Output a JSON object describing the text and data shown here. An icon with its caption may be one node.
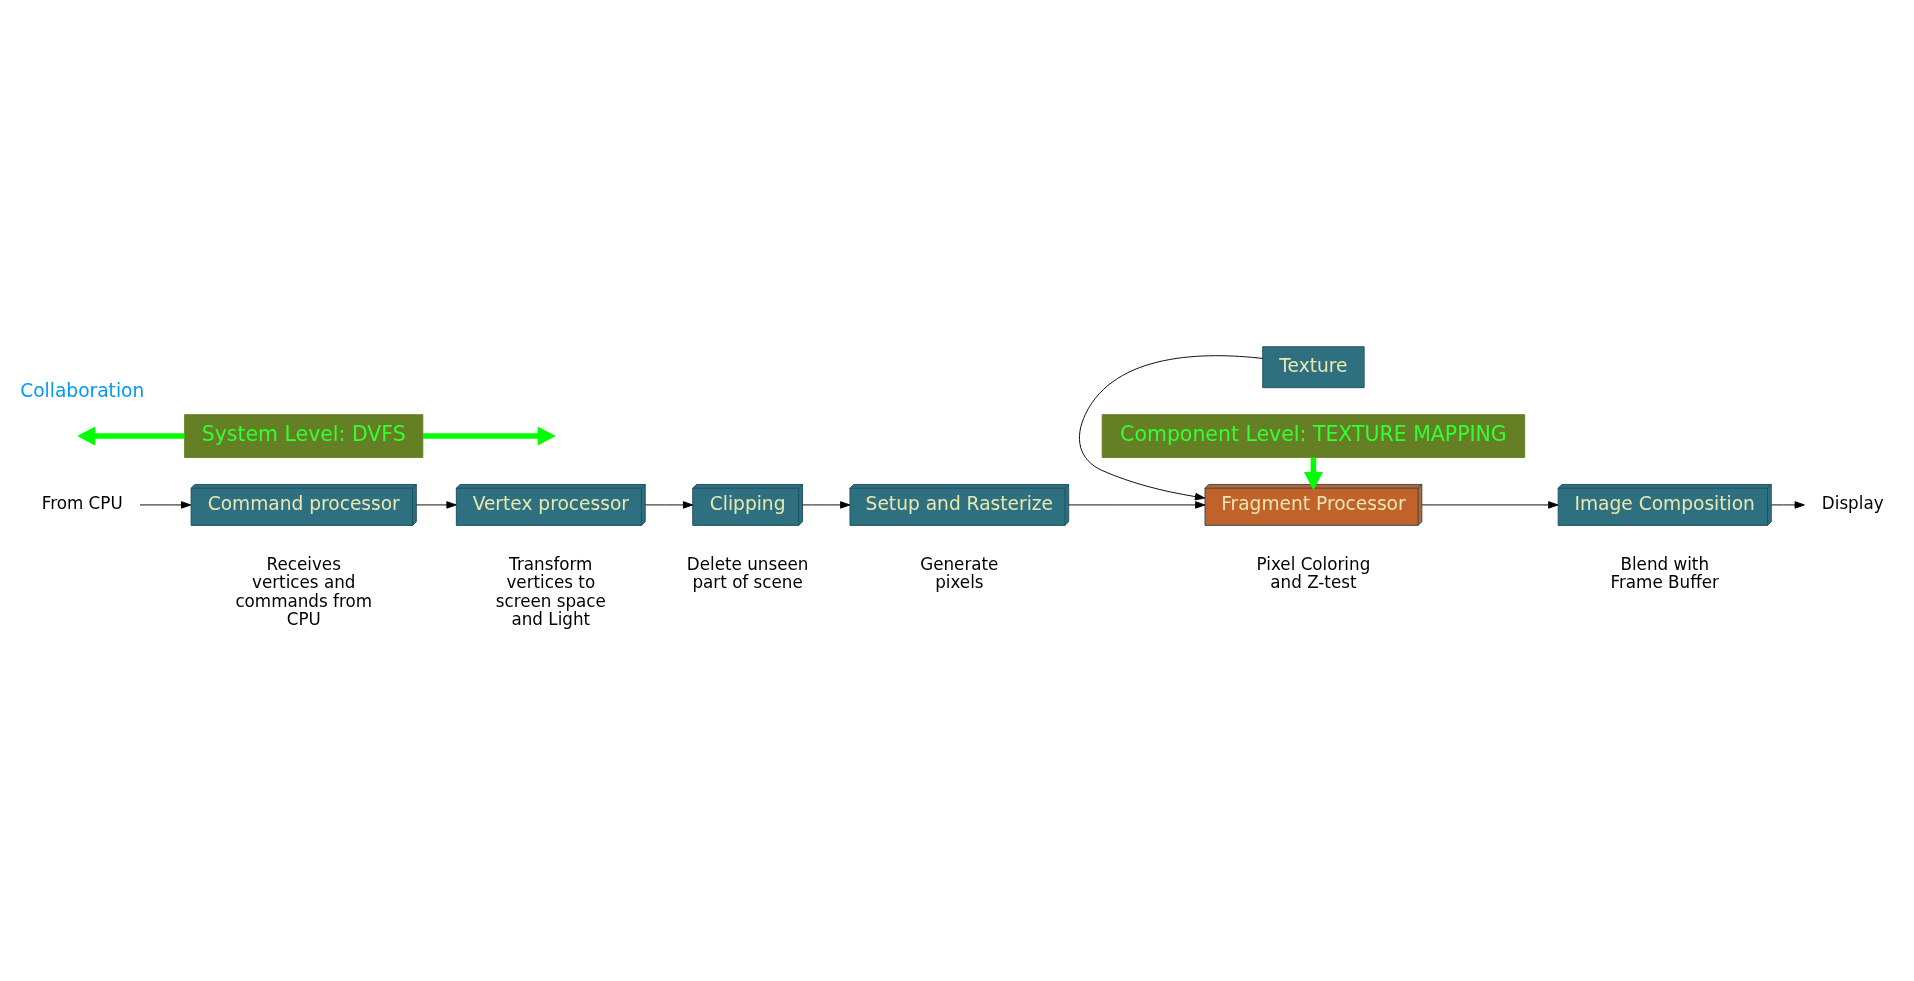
{
  "diagram": {
    "nodes": [
      {
        "text": [
          "From CPU"
        ]
      },
      {
        "text": [
          "Command processor"
        ],
        "beside": [
          "Receives vertices and commands from CPU"
        ]
      },
      {
        "text": [
          "Vertex processor"
        ],
        "beside": [
          "Transform vertices to screen space and Light"
        ]
      },
      {
        "text": [
          "Clipping"
        ],
        "beside": [
          "Delete unseen part of scene"
        ]
      },
      {
        "text": [
          "Setup and Rasterize"
        ],
        "beside": [
          "Generate pixels"
        ]
      },
      {
        "text": [
          "Fragment Processor"
        ],
        "beside": [
          "Pixel Coloring and Z-test"
        ]
      },
      {
        "text": [
          "Image Composition"
        ],
        "beside": [
          "Blend with Frame Buffer"
        ]
      },
      {
        "text": [
          "Display"
        ]
      },
      {
        "text": [
          "Texture"
        ]
      },
      {
        "text": [
          "Component Level: TEXTURE MAPPING"
        ]
      },
      {
        "text": [
          "System Level: DVFS"
        ]
      }
    ],
    "edges": [
      {
        "from": 0,
        "to": 1,
        "arrow": "to"
      },
      {
        "from": 1,
        "to": 2,
        "arrow": "to"
      },
      {
        "from": 2,
        "to": 3,
        "arrow": "to"
      },
      {
        "from": 3,
        "to": 4,
        "arrow": "to"
      },
      {
        "from": 4,
        "to": 5,
        "arrow": "to"
      },
      {
        "from": 5,
        "to": 6,
        "arrow": "to"
      },
      {
        "from": 6,
        "to": 7,
        "arrow": "to"
      },
      {
        "from": 8,
        "to": 5,
        "arrow": "to"
      },
      {
        "from": 9,
        "to": 5,
        "arrow": "to",
        "style": "thick",
        "color": "#00ff00"
      },
      {
        "from": 10,
        "to": null,
        "arrow": "to",
        "style": "thick",
        "color": "#00ff00"
      },
      {
        "from": 10,
        "to": null,
        "arrow": "to",
        "style": "thick",
        "color": "#00ff00"
      }
    ],
    "labels": [
      "Collaboration"
    ]
  }
}
